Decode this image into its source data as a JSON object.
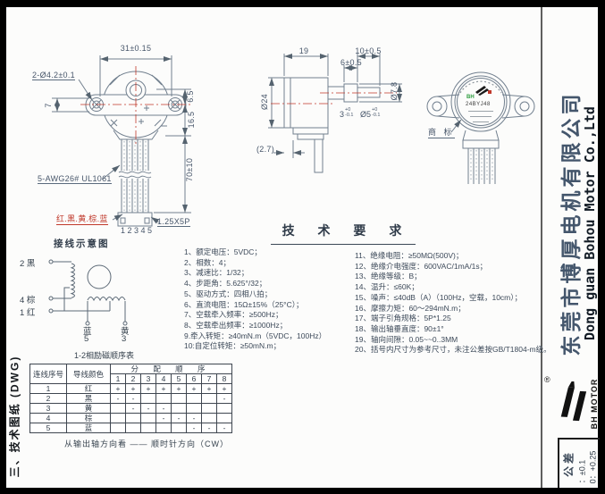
{
  "doc": {
    "section_title_vertical": "三、技术图纸 (DWG)",
    "tolerance_box": {
      "title": "公差",
      "line1": "：±0.1",
      "line2": "0：+0.25"
    }
  },
  "company": {
    "name_cn": "东莞市博厚电机有限公司",
    "name_en": "Dong guan Bohou Motor Co.,Ltd",
    "logo_text": "BH MOTOR",
    "registered_mark": "®"
  },
  "trademark_view": {
    "callout": "商 标",
    "label_brand": "BH",
    "label_model": "24BYJ48"
  },
  "front_view": {
    "dim_width": "31±0.15",
    "hole_label": "2-Ø4.2±0.1",
    "dim_ear": "7",
    "dim_top": "6.5",
    "dim_mid": "16.5",
    "wire_length": "70±10",
    "wire_spec": "5-AWG26# UL1061",
    "wire_colors": "红.黑.黄.棕.蓝",
    "connector_spec": "1.25X5P",
    "pin_numbers": "12345"
  },
  "side_view": {
    "dim_depth": "19",
    "dim_shaft": "10±0.5",
    "dim_collar": "6±0.5",
    "dia_body": "Ø24",
    "dia_hub": "Ø7.8",
    "dim3_main": "3",
    "dim3_sup": "+0",
    "dim3_sub": "-0.1",
    "dim5_main": "Ø5",
    "dim5_sup": "+0",
    "dim5_sub": "-0.1",
    "ref_dim": "(2.7)"
  },
  "requirements": {
    "title": "技 术 要 求",
    "items_left": [
      "1、额定电压：5VDC；",
      "2、相数：4；",
      "3、减速比：1/32；",
      "4、步距角：5.625°/32；",
      "5、驱动方式：四相八拍；",
      "6、直流电阻：15Ω±15%（25°C）；",
      "7、空载牵入频率：≥500Hz；",
      "8、空载牵出频率：≥1000Hz；",
      "9.牵入转矩：≥40mN.m（5VDC，100Hz）",
      "10:自定位转矩：≥50mN.m；"
    ],
    "items_right": [
      "11、绝缘电阻：≥50MΩ(500V)；",
      "12、绝缘介电强度：600VAC/1mA/1s；",
      "13、绝缘等级：B；",
      "14、温升：≤60K；",
      "15、噪声：≤40dB（A）（100Hz，空载，10cm）；",
      "16、摩擦力矩：60～294mN.m；",
      "17、端子引角规格：5P*1.25",
      "18、输出轴垂直度：90±1°",
      "19、轴向间隙：0.05~~0..3MM",
      "20、括号内尺寸为参考尺寸，未注公差按GB/T1804-m级。"
    ]
  },
  "wiring": {
    "title": "接线示意图",
    "term_black": "2 黑",
    "term_brown": "4 棕",
    "term_red": "1 红",
    "term_blue_label": "蓝",
    "term_blue_num": "5",
    "term_yellow_label": "黄",
    "term_yellow_num": "3",
    "subtitle": "1-2相励磁顺序表"
  },
  "table": {
    "header_no": "连线序号",
    "header_color": "导线颜色",
    "header_order": "分 配 顺 序",
    "order_numbers": [
      "1",
      "2",
      "3",
      "4",
      "5",
      "6",
      "7",
      "8"
    ],
    "rows": [
      {
        "no": "1",
        "color": "红",
        "cells": [
          "+",
          "+",
          "+",
          "+",
          "+",
          "+",
          "+",
          "+"
        ]
      },
      {
        "no": "2",
        "color": "黑",
        "cells": [
          "-",
          "-",
          "",
          "",
          "",
          "",
          "",
          "-"
        ]
      },
      {
        "no": "3",
        "color": "黄",
        "cells": [
          "",
          "-",
          "-",
          "-",
          "",
          "",
          "",
          ""
        ]
      },
      {
        "no": "4",
        "color": "棕",
        "cells": [
          "",
          "",
          "",
          "-",
          "-",
          "-",
          "",
          ""
        ]
      },
      {
        "no": "5",
        "color": "蓝",
        "cells": [
          "",
          "",
          "",
          "",
          "",
          "-",
          "-",
          "-"
        ]
      }
    ],
    "note": "从输出轴方向看 —— 顺时针方向（CW）"
  },
  "colors": {
    "centerline_red": "#c0392b",
    "linework_gray": "#72808f",
    "text_slate": "#3d4a5a",
    "brand_green": "#2e9e3f"
  }
}
